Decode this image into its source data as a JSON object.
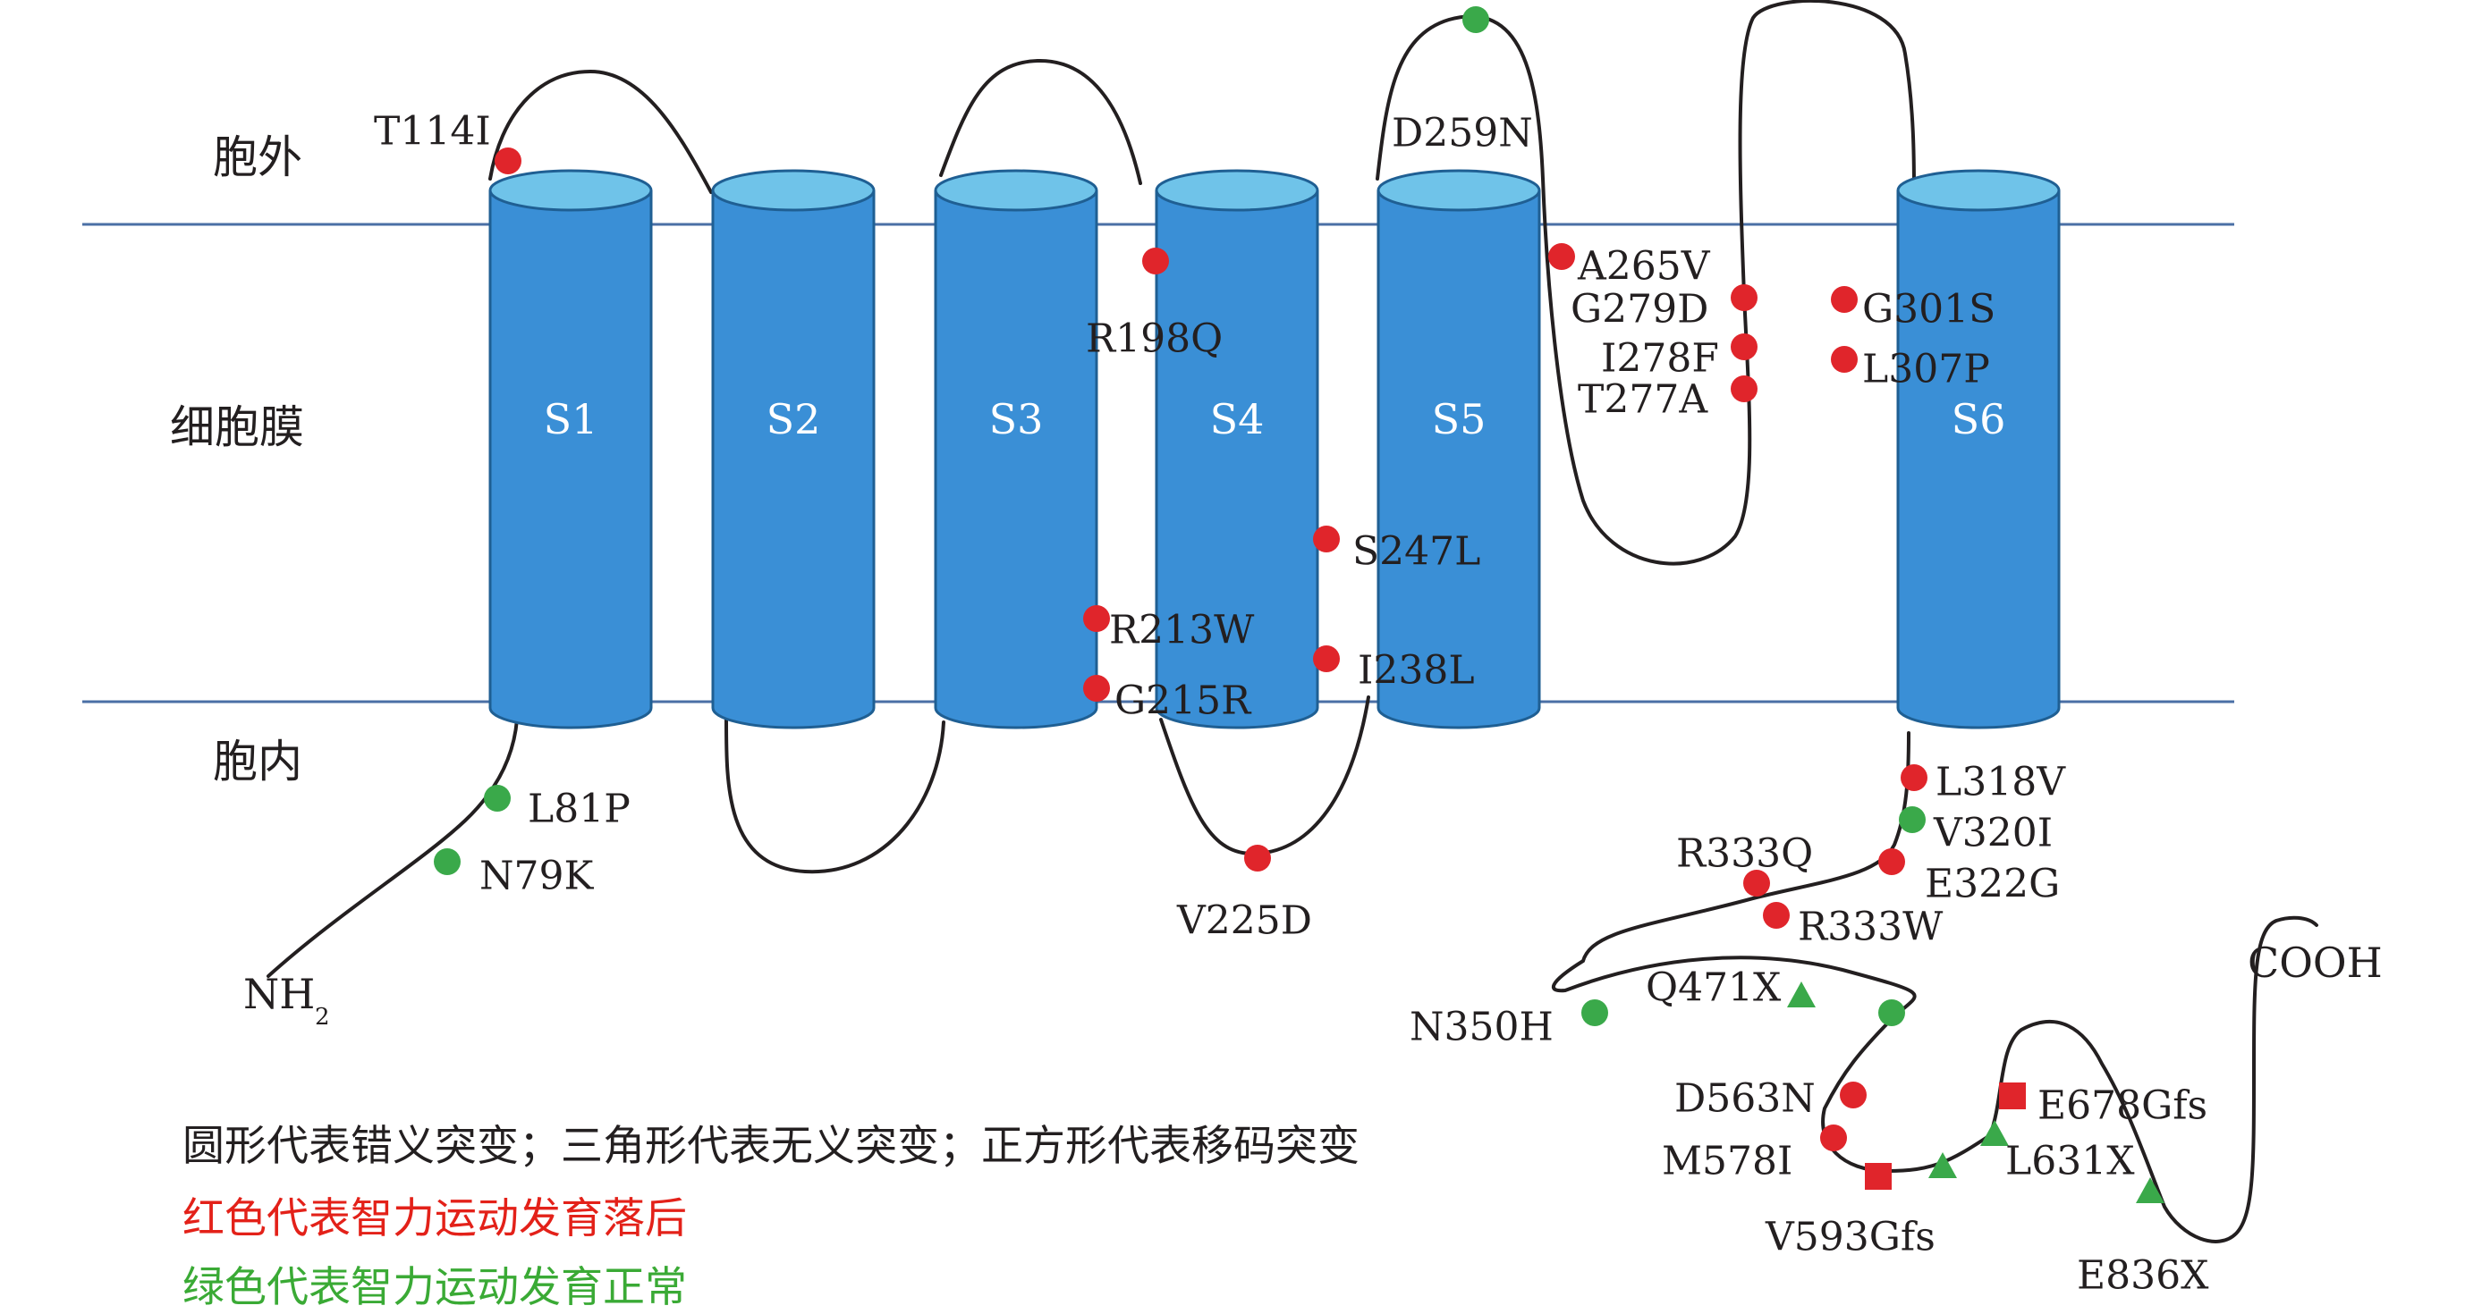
{
  "regions": {
    "extracellular": "胞外",
    "membrane": "细胞膜",
    "intracellular": "胞内"
  },
  "segments": [
    "S1",
    "S2",
    "S3",
    "S4",
    "S5",
    "S6"
  ],
  "termini": {
    "n": "NH",
    "n_sub": "2",
    "c": "COOH"
  },
  "mutations": [
    {
      "label": "T114I",
      "shape": "circle",
      "color": "red"
    },
    {
      "label": "L81P",
      "shape": "circle",
      "color": "green"
    },
    {
      "label": "N79K",
      "shape": "circle",
      "color": "green"
    },
    {
      "label": "R198Q",
      "shape": "circle",
      "color": "red"
    },
    {
      "label": "R213W",
      "shape": "circle",
      "color": "red"
    },
    {
      "label": "G215R",
      "shape": "circle",
      "color": "red"
    },
    {
      "label": "V225D",
      "shape": "circle",
      "color": "red"
    },
    {
      "label": "S247L",
      "shape": "circle",
      "color": "red"
    },
    {
      "label": "I238L",
      "shape": "circle",
      "color": "red"
    },
    {
      "label": "D259N",
      "shape": "circle",
      "color": "green"
    },
    {
      "label": "A265V",
      "shape": "circle",
      "color": "red"
    },
    {
      "label": "G279D",
      "shape": "circle",
      "color": "red"
    },
    {
      "label": "I278F",
      "shape": "circle",
      "color": "red"
    },
    {
      "label": "T277A",
      "shape": "circle",
      "color": "red"
    },
    {
      "label": "G301S",
      "shape": "circle",
      "color": "red"
    },
    {
      "label": "L307P",
      "shape": "circle",
      "color": "red"
    },
    {
      "label": "L318V",
      "shape": "circle",
      "color": "red"
    },
    {
      "label": "V320I",
      "shape": "circle",
      "color": "green"
    },
    {
      "label": "E322G",
      "shape": "circle",
      "color": "red"
    },
    {
      "label": "R333Q",
      "shape": "circle",
      "color": "red"
    },
    {
      "label": "R333W",
      "shape": "circle",
      "color": "red"
    },
    {
      "label": "N350H",
      "shape": "circle",
      "color": "green"
    },
    {
      "label": "Q471X",
      "shape": "triangle",
      "color": "green"
    },
    {
      "label": "D563N",
      "shape": "circle",
      "color": "red"
    },
    {
      "label": "M578I",
      "shape": "circle",
      "color": "red"
    },
    {
      "label": "V593Gfs",
      "shape": "square",
      "color": "red"
    },
    {
      "label": "E678Gfs",
      "shape": "square",
      "color": "red"
    },
    {
      "label": "L631X",
      "shape": "triangle",
      "color": "green"
    },
    {
      "label": "E836X",
      "shape": "triangle",
      "color": "green"
    }
  ],
  "legend": [
    {
      "text": "圆形代表错义突变；三角形代表无义突变；正方形代表移码突变",
      "color": "#231f20"
    },
    {
      "text": "红色代表智力运动发育落后",
      "color": "#e32119"
    },
    {
      "text": "绿色代表智力运动发育正常",
      "color": "#3aaa35"
    }
  ],
  "colors": {
    "red": "#e0252b",
    "green": "#3aa94a",
    "helix_body": "#3a8fd6",
    "helix_top": "#6fc3e9",
    "helix_edge": "#1f5f93",
    "membrane_line": "#4a6fa5",
    "chain": "#231f20"
  }
}
